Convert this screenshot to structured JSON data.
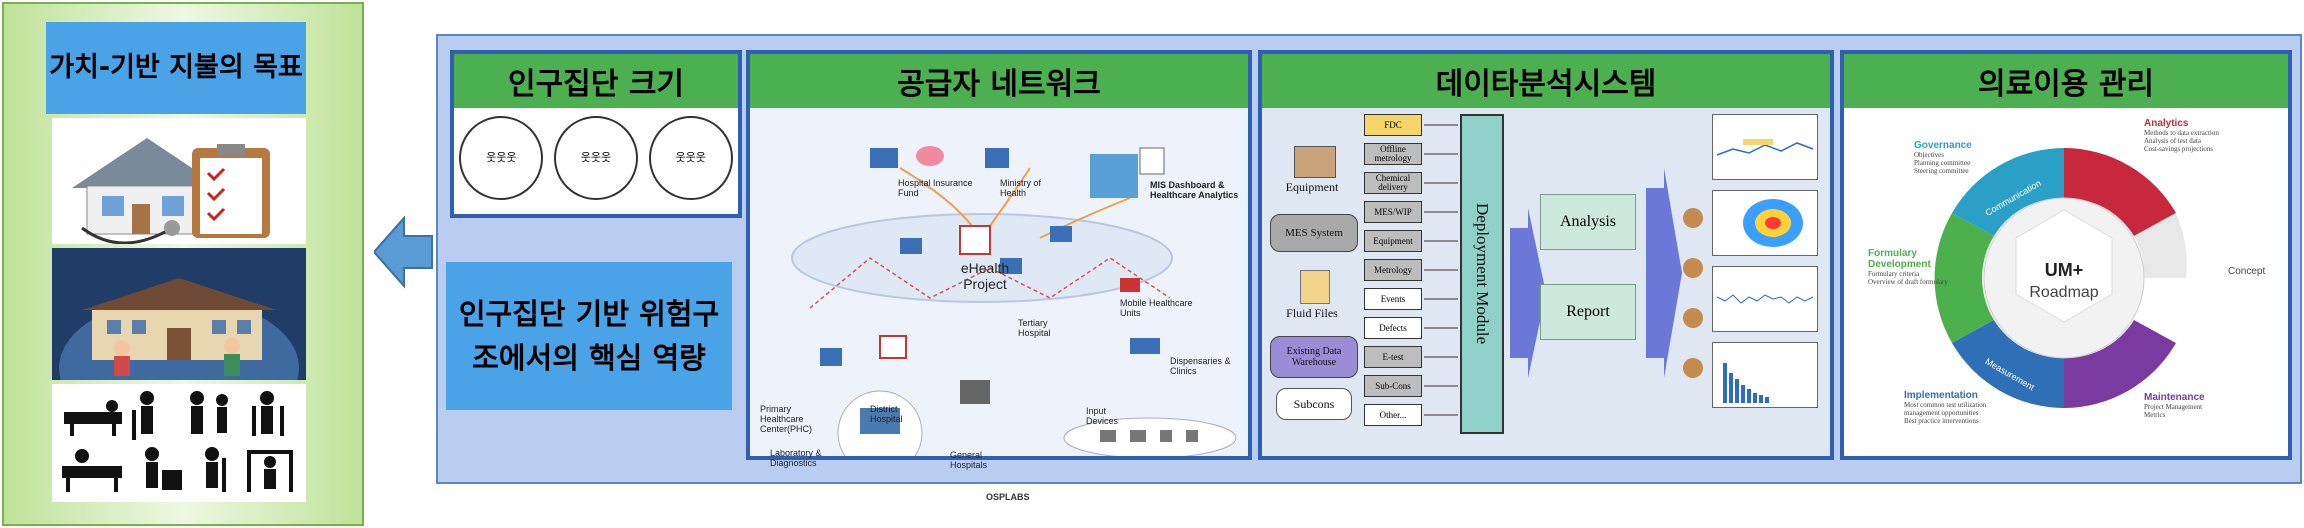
{
  "left_panel": {
    "title": "가치-기반 지불의 목표",
    "images": [
      "house-stethoscope-checklist-icon",
      "hospital-community-icon",
      "rehabilitation-pictograms-icon"
    ]
  },
  "frame": {
    "population": {
      "heading": "인구집단 크기",
      "circle_glyph": "웃웃웃"
    },
    "core": {
      "text": "인구집단 기반 위험구조에서의 핵심 역량"
    },
    "provider": {
      "heading": "공급자 네트워크",
      "center_title": "eHealth Project",
      "labels": {
        "insurance": "Hospital Insurance Fund",
        "ministry": "Ministry of Health",
        "mis": "MIS Dashboard & Healthcare Analytics",
        "mobile": "Mobile Healthcare Units",
        "tertiary": "Tertiary Hospital",
        "dispensaries": "Dispensaries & Clinics",
        "primary": "Primary Healthcare Center(PHC)",
        "district": "District Hospital",
        "lab": "Laboratory & Diagnostics",
        "general": "General Hospitals",
        "input": "Input Devices"
      },
      "logo": "OSPLABS"
    },
    "analytics": {
      "heading": "데이타분석시스템",
      "sources": [
        "Equipment",
        "MES System",
        "Fluid Files",
        "Existing Data Warehouse",
        "Subcons"
      ],
      "steps": [
        "FDC",
        "Offline metrology",
        "Chemical delivery",
        "MES/WIP",
        "Equipment",
        "Metrology",
        "Events",
        "Defects",
        "E-test",
        "Sub-Cons",
        "Other..."
      ],
      "module": "Deployment Module",
      "outputs": [
        "Analysis",
        "Report"
      ]
    },
    "um": {
      "heading": "의료이용 관리",
      "center_title": "UM+",
      "center_sub": "Roadmap",
      "ring": [
        "Communication",
        "Measurement"
      ],
      "segments": [
        {
          "name": "Analytics",
          "lines": [
            "Methods to data extraction",
            "Analysis of test data",
            "Cost-savings projections"
          ]
        },
        {
          "name": "Governance",
          "lines": [
            "Objectives",
            "Planning committee",
            "Steering committee"
          ]
        },
        {
          "name": "Concept",
          "lines": []
        },
        {
          "name": "Formulary Development",
          "lines": [
            "Formulary criteria",
            "Overview of draft formulary"
          ]
        },
        {
          "name": "Implementation",
          "lines": [
            "Most common test utilization",
            "management opportunities",
            "Best practice interventions"
          ]
        },
        {
          "name": "Maintenance",
          "lines": [
            "Project Management",
            "Metrics"
          ]
        }
      ],
      "colors": {
        "analytics": "#c8283b",
        "governance": "#2aa0c6",
        "formulary": "#4cb04c",
        "implementation": "#2e6fb5",
        "maintenance": "#7b3aa0"
      }
    }
  }
}
